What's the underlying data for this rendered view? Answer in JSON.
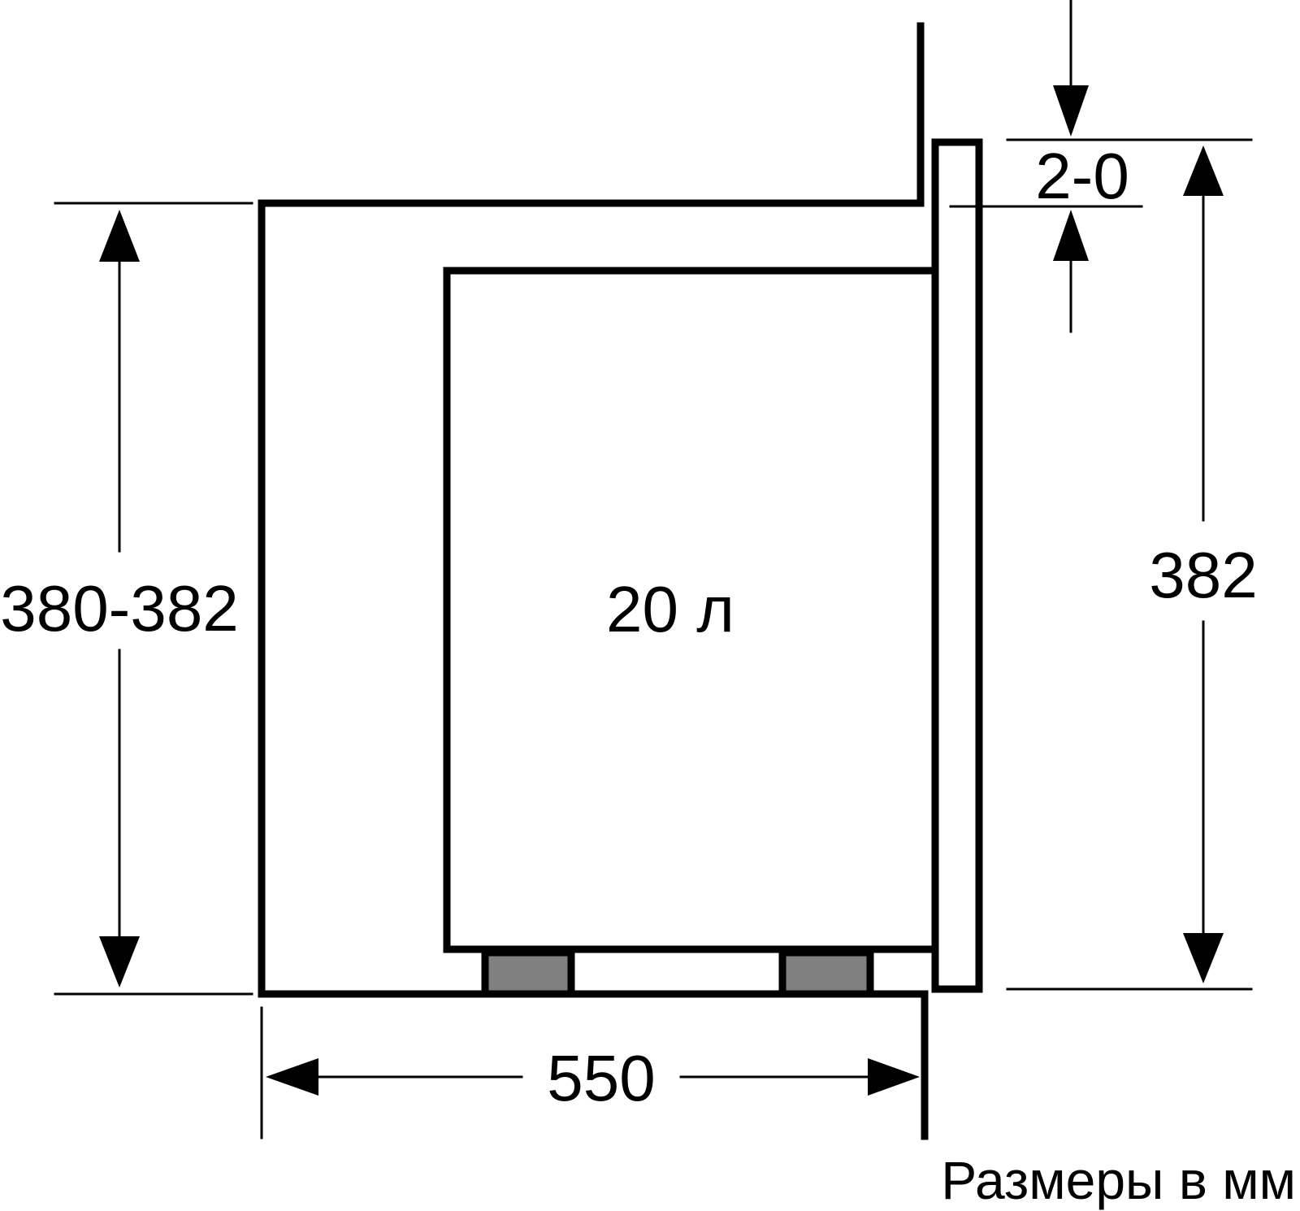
{
  "labels": {
    "gap": "2-0",
    "niche_height": "380-382",
    "volume": "20 л",
    "front_height": "382",
    "depth": "550",
    "units_note": "Размеры в мм"
  },
  "colors": {
    "outline": "#000000",
    "foot_fill": "#808080",
    "background": "#ffffff"
  }
}
